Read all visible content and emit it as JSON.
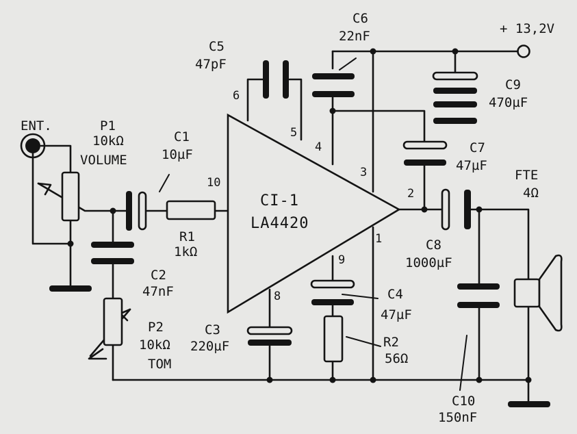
{
  "labels": {
    "supply": "+ 13,2V",
    "input": "ENT.",
    "ic_name": "CI-1",
    "ic_part": "LA4420",
    "speaker_name": "FTE",
    "speaker_value": "4Ω"
  },
  "components": {
    "p1": {
      "name": "P1",
      "value": "10kΩ",
      "note": "VOLUME"
    },
    "p2": {
      "name": "P2",
      "value": "10kΩ",
      "note": "TOM"
    },
    "c1": {
      "name": "C1",
      "value": "10µF"
    },
    "c2": {
      "name": "C2",
      "value": "47nF"
    },
    "c3": {
      "name": "C3",
      "value": "220µF"
    },
    "c4": {
      "name": "C4",
      "value": "47µF"
    },
    "c5": {
      "name": "C5",
      "value": "47pF"
    },
    "c6": {
      "name": "C6",
      "value": "22nF"
    },
    "c7": {
      "name": "C7",
      "value": "47µF"
    },
    "c8": {
      "name": "C8",
      "value": "1000µF"
    },
    "c9": {
      "name": "C9",
      "value": "470µF"
    },
    "c10": {
      "name": "C10",
      "value": "150nF"
    },
    "r1": {
      "name": "R1",
      "value": "1kΩ"
    },
    "r2": {
      "name": "R2",
      "value": "56Ω"
    }
  },
  "pins": [
    "1",
    "2",
    "3",
    "4",
    "5",
    "6",
    "8",
    "9",
    "10"
  ]
}
